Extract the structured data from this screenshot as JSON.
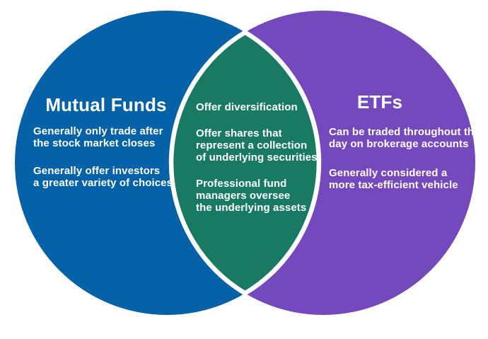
{
  "venn": {
    "background": "#ffffff",
    "text_color": "#ffffff",
    "border_color": "#ffffff",
    "left": {
      "title": "Mutual Funds",
      "color": "#0561a8",
      "points": [
        "Generally only trade after\nthe stock market closes",
        "Generally offer investors\na greater variety of choices"
      ]
    },
    "overlap": {
      "color": "#187a62",
      "points": [
        "Offer diversification",
        "Offer shares that\nrepresent a collection\nof underlying securities",
        "Professional fund\nmanagers oversee\nthe underlying assets"
      ]
    },
    "right": {
      "title": "ETFs",
      "color": "#7549be",
      "points": [
        "Can be traded throughout the\nday on brokerage accounts",
        "Generally considered a\nmore tax-efficient vehicle"
      ]
    }
  }
}
